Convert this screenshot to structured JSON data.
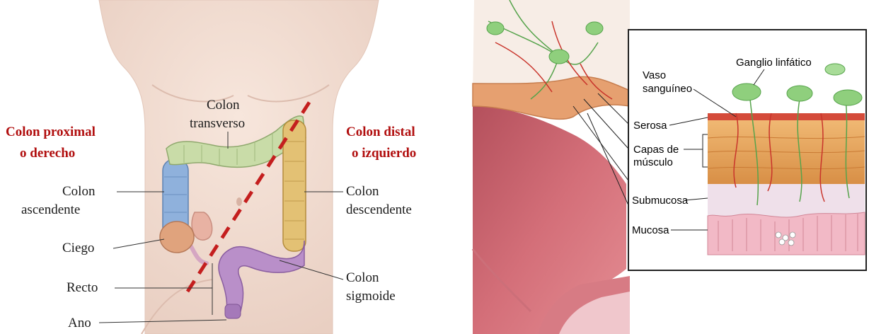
{
  "left_panel": {
    "proximal_heading": [
      "Colon proximal",
      "o derecho"
    ],
    "distal_heading": [
      "Colon distal",
      "o izquierdo"
    ],
    "labels": {
      "transverso": [
        "Colon",
        "transverso"
      ],
      "ascendente": [
        "Colon",
        "ascendente"
      ],
      "descendente": [
        "Colon",
        "descendente"
      ],
      "ciego": "Ciego",
      "recto": "Recto",
      "sigmoide": [
        "Colon",
        "sigmoide"
      ],
      "ano": "Ano"
    },
    "colors": {
      "heading_red": "#b10e0e",
      "ascending": "#8fb1dc",
      "transverse": "#c9dca8",
      "descending": "#e3c174",
      "sigmoid": "#b98fc9",
      "cecum": "#e0a37d",
      "divider_dash": "#c41e1e"
    }
  },
  "right_panel": {
    "labels": {
      "ganglio": "Ganglio linfático",
      "vaso": [
        "Vaso",
        "sanguíneo"
      ],
      "serosa": "Serosa",
      "capas": [
        "Capas de",
        "músculo"
      ],
      "submucosa": "Submucosa",
      "mucosa": "Mucosa"
    },
    "colors": {
      "tissue_pink": "#d97a86",
      "muscle": "#e2a15c",
      "submucosa": "#efe0ea",
      "mucosa": "#f2b9c6",
      "lymph_green": "#8fcf7d",
      "vessel_red": "#c9342b"
    }
  }
}
